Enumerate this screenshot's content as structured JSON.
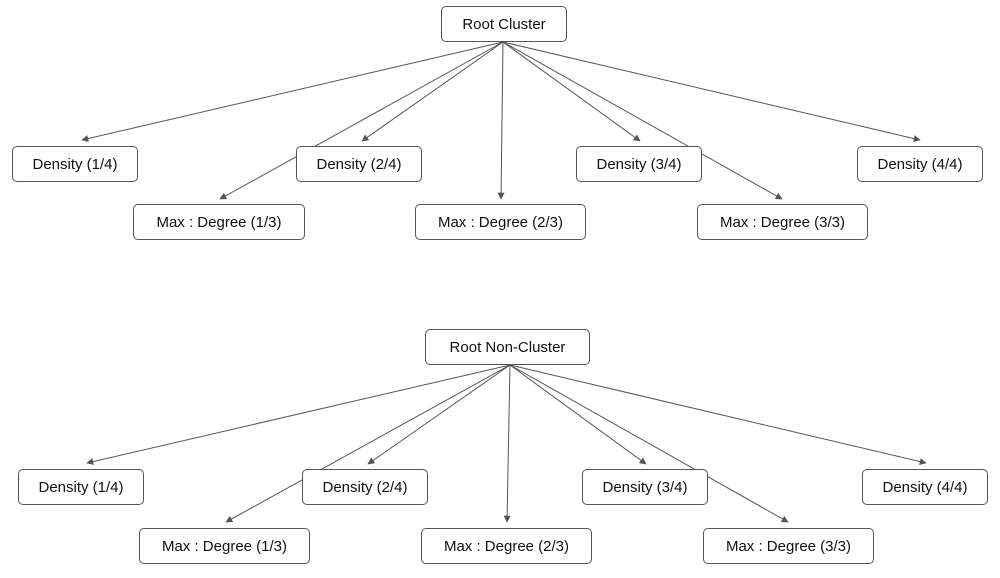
{
  "diagrams": [
    {
      "root": "Root Cluster",
      "children": [
        "Density (1/4)",
        "Density (2/4)",
        "Density (3/4)",
        "Density (4/4)",
        "Max : Degree (1/3)",
        "Max : Degree (2/3)",
        "Max : Degree (3/3)"
      ]
    },
    {
      "root": "Root Non-Cluster",
      "children": [
        "Density (1/4)",
        "Density (2/4)",
        "Density (3/4)",
        "Density (4/4)",
        "Max : Degree (1/3)",
        "Max : Degree (2/3)",
        "Max : Degree (3/3)"
      ]
    }
  ],
  "colors": {
    "edge": "#555555",
    "border": "#555555",
    "text": "#111111"
  }
}
